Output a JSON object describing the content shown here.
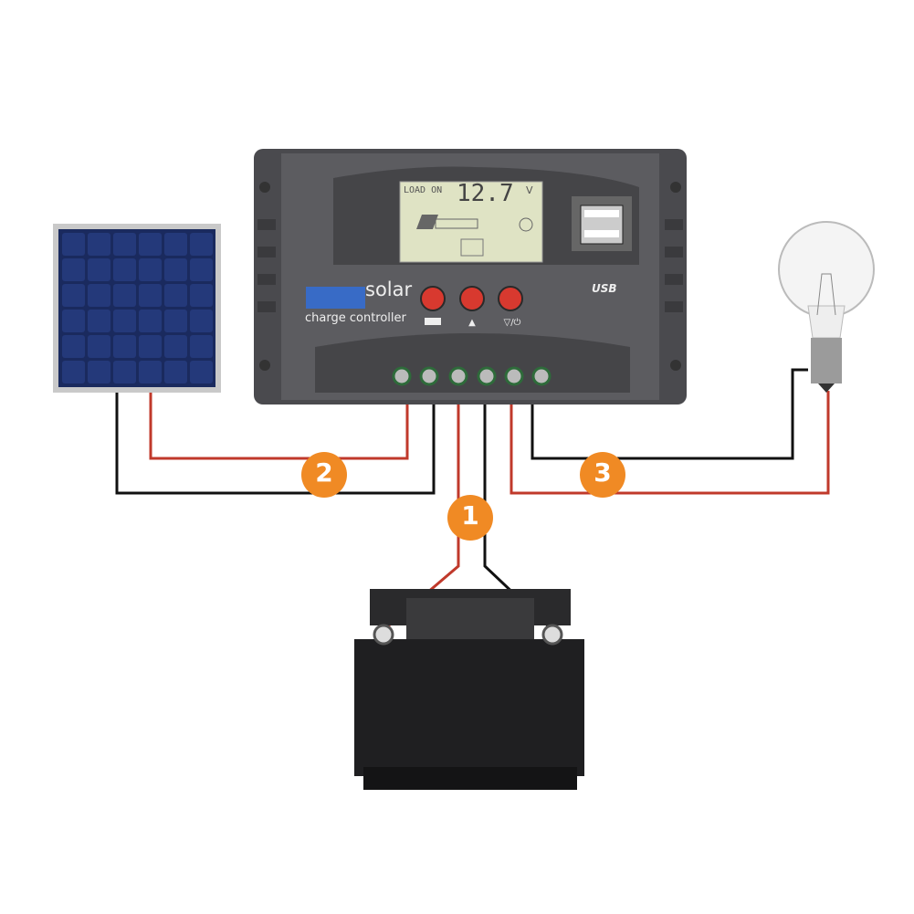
{
  "controller": {
    "brand_line1": "solar",
    "brand_line2": "charge controller",
    "lcd_status": "LOAD ON",
    "lcd_voltage": "12.7",
    "lcd_unit": "V",
    "usb_label": "USB",
    "buttons": [
      "menu",
      "up",
      "down-power"
    ]
  },
  "steps": [
    {
      "number": "1",
      "connects": "battery"
    },
    {
      "number": "2",
      "connects": "solar-panel"
    },
    {
      "number": "3",
      "connects": "load"
    }
  ],
  "colors": {
    "badge": "#f08a24",
    "positive_wire": "#c0392b",
    "negative_wire": "#111111",
    "controller": "#5a5a5e",
    "lcd": "#dfe3c4"
  }
}
